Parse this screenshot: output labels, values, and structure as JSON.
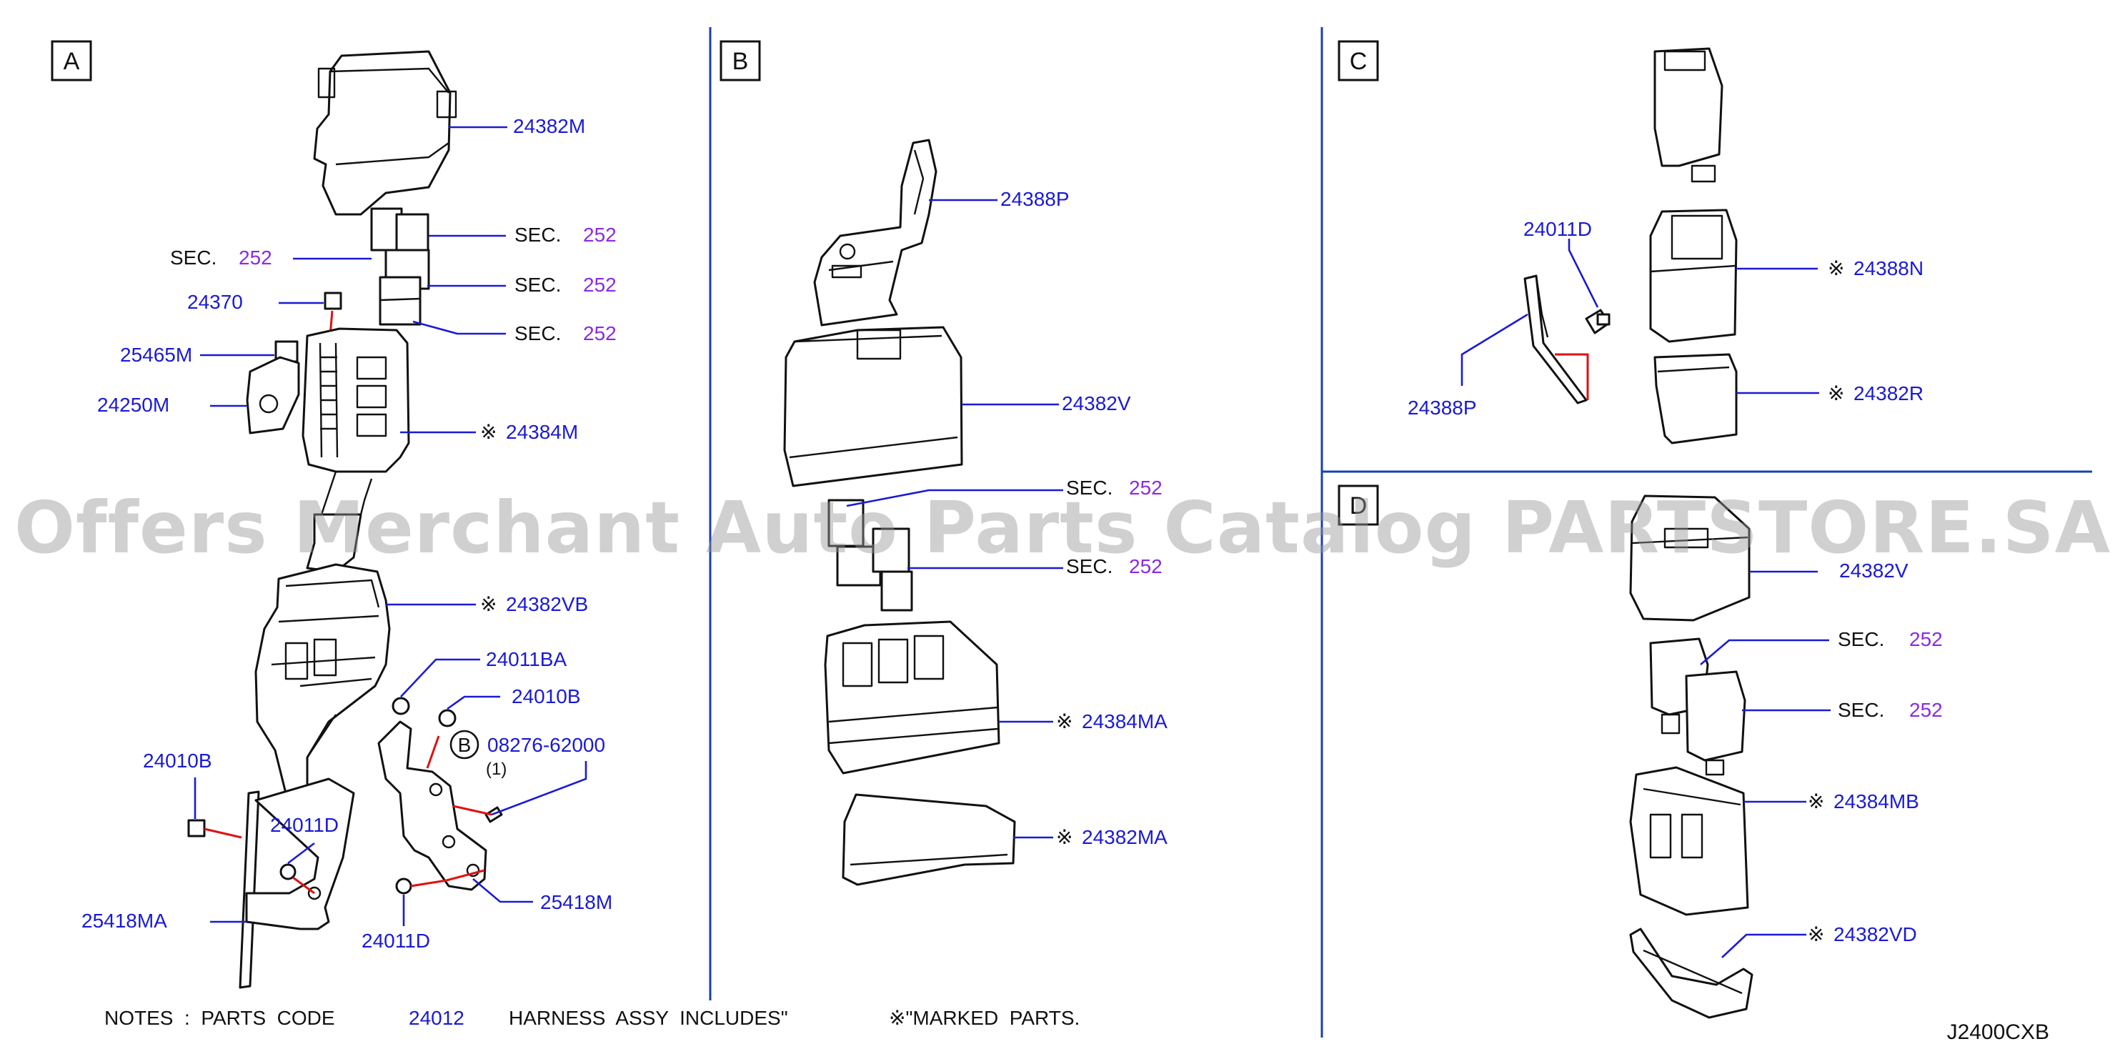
{
  "sections": {
    "A": "A",
    "B": "B",
    "C": "C",
    "D": "D"
  },
  "labels": {
    "sec": "SEC.",
    "sec_num": "252",
    "A": {
      "p24382M": "24382M",
      "p24370": "24370",
      "p25465M": "25465M",
      "p24250M": "24250M",
      "p24384M": "24384M",
      "p24382VB": "24382VB",
      "p24011BA": "24011BA",
      "p24010B_right": "24010B",
      "p08276": "08276-62000",
      "p08276_qty": "(1)",
      "p08276_sec": "B",
      "p24010B_left": "24010B",
      "p24011D_upper": "24011D",
      "p25418MA": "25418MA",
      "p25418M": "25418M",
      "p24011D_lower": "24011D"
    },
    "B": {
      "p24388P": "24388P",
      "p24382V": "24382V",
      "p24384MA": "24384MA",
      "p24382MA": "24382MA"
    },
    "C": {
      "p24011D": "24011D",
      "p24388P": "24388P",
      "p24388N": "24388N",
      "p24382R": "24382R"
    },
    "D": {
      "p24382V": "24382V",
      "p24384MB": "24384MB",
      "p24382VD": "24382VD"
    },
    "marked_symbol": "※"
  },
  "notes": {
    "prefix": "NOTES  :  PARTS  CODE",
    "code": "24012",
    "middle": "HARNESS  ASSY  INCLUDES\"",
    "suffix": "※\"MARKED  PARTS."
  },
  "figure_id": "J2400CXB",
  "watermark": "Offers Merchant Auto Parts Catalog PARTSTORE.SA",
  "colors": {
    "part_number": "#1a1ad6",
    "section_ref": "#8a2be2",
    "fastener_line": "#e01010",
    "divider": "#1a3fb0"
  }
}
